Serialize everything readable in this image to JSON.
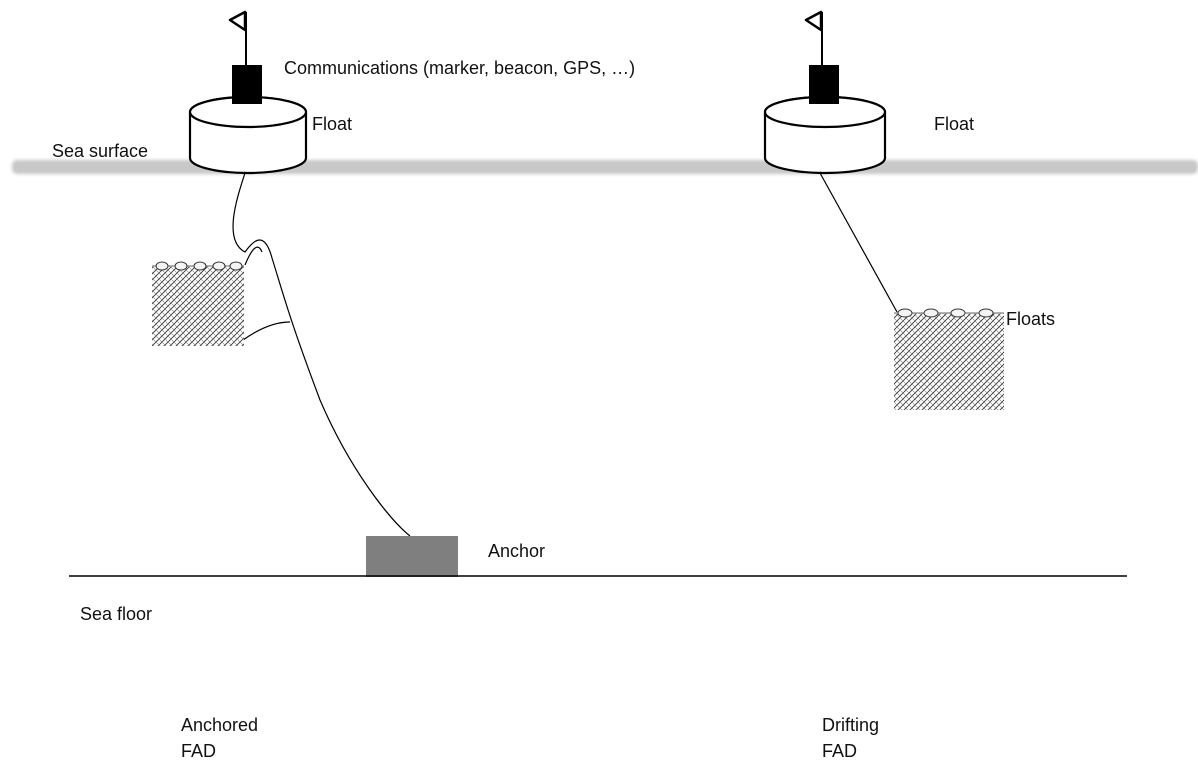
{
  "labels": {
    "communications": "Communications (marker, beacon, GPS, …)",
    "float_left": "Float",
    "float_right": "Float",
    "sea_surface": "Sea surface",
    "floats": "Floats",
    "anchor": "Anchor",
    "sea_floor": "Sea floor",
    "anchored_line1": "Anchored",
    "anchored_line2": "FAD",
    "drifting_line1": "Drifting",
    "drifting_line2": "FAD"
  },
  "colors": {
    "sea_surface": "#c8c8c8",
    "anchor": "#7f7f7f",
    "ink": "#000000"
  }
}
